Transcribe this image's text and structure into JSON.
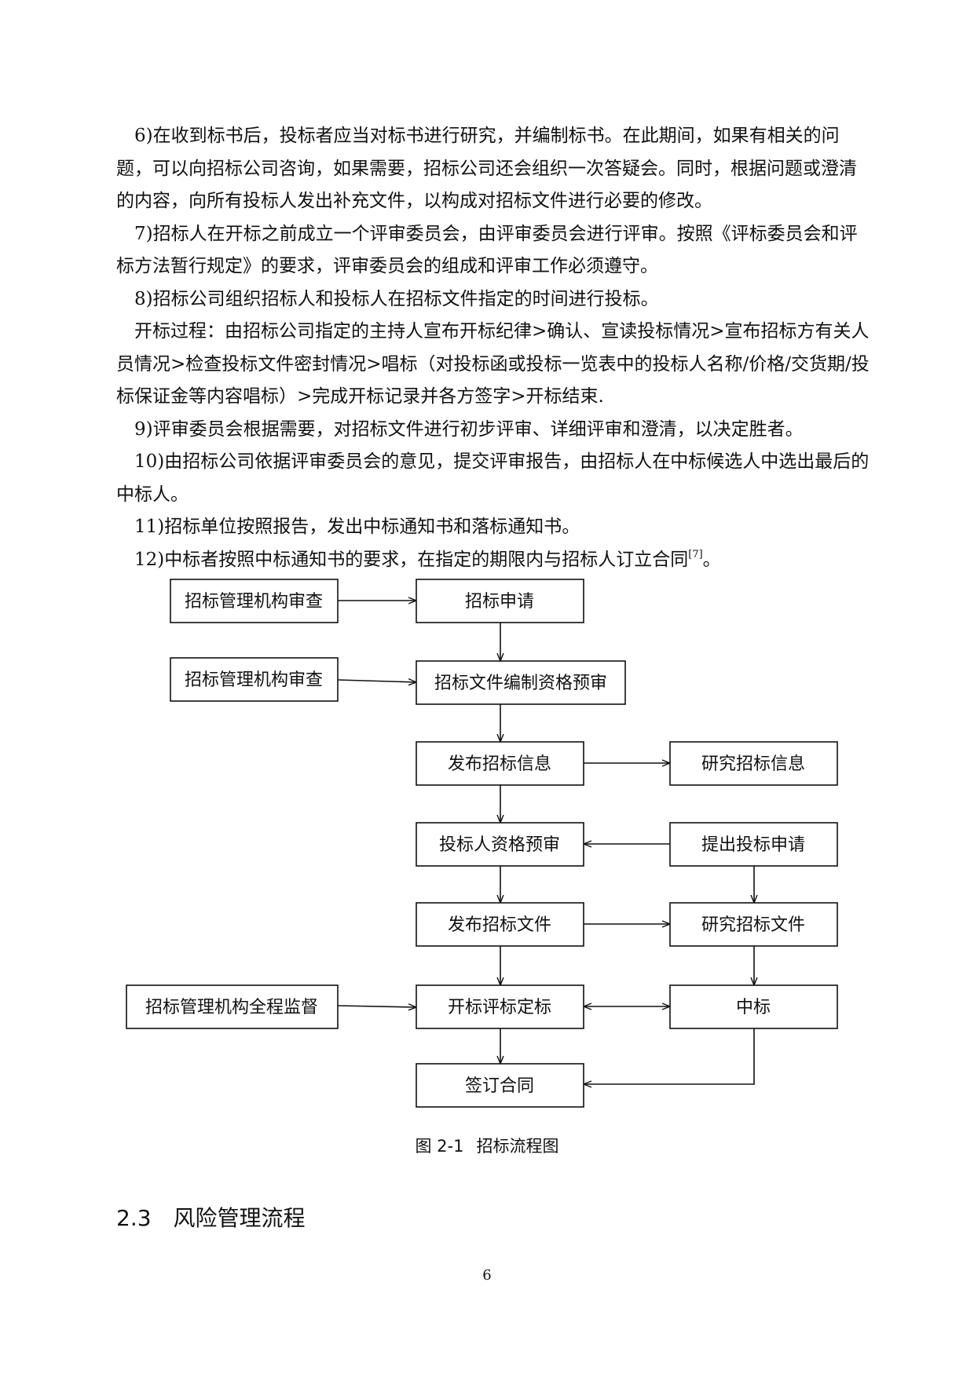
{
  "paragraphs": [
    "6)在收到标书后，投标者应当对标书进行研究，并编制标书。在此期间，如果有相关的问题，可以向招标公司咨询，如果需要，招标公司还会组织一次答疑会。同时，根据问题或澄清的内容，向所有投标人发出补充文件，以构成对招标文件进行必要的修改。",
    "7)招标人在开标之前成立一个评审委员会，由评审委员会进行评审。按照《评标委员会和评标方法暂行规定》的要求，评审委员会的组成和评审工作必须遵守。",
    "8)招标公司组织招标人和投标人在招标文件指定的时间进行投标。",
    "开标过程：由招标公司指定的主持人宣布开标纪律>确认、宣读投标情况>宣布招标方有关人员情况>检查投标文件密封情况>唱标（对投标函或投标一览表中的投标人名称/价格/交货期/投标保证金等内容唱标）>完成开标记录并各方签字>开标结束.",
    "9)评审委员会根据需要，对招标文件进行初步评审、详细评审和澄清，以决定胜者。",
    "10)由招标公司依据评审委员会的意见，提交评审报告，由招标人在中标候选人中选出最后的中标人。",
    "11)招标单位按照报告，发出中标通知书和落标通知书。"
  ],
  "last_paragraph": {
    "text": "12)中标者按照中标通知书的要求，在指定的期限内与招标人订立合同",
    "citation": "[7]",
    "tail": "。"
  },
  "flowchart": {
    "left_col": {
      "review1": "招标管理机构审查",
      "review2": "招标管理机构审查",
      "supervise": "招标管理机构全程监督"
    },
    "mid_col": {
      "apply": "招标申请",
      "prepare": "招标文件编制资格预审",
      "publish_info": "发布招标信息",
      "prequalify": "投标人资格预审",
      "publish_docs": "发布招标文件",
      "evaluate": "开标评标定标",
      "contract": "签订合同"
    },
    "right_col": {
      "study_info": "研究招标信息",
      "submit_bid": "提出投标申请",
      "study_docs": "研究招标文件",
      "win": "中标"
    }
  },
  "caption": {
    "number": "图 2-1",
    "title": "招标流程图"
  },
  "section": {
    "number": "2.3",
    "title": "风险管理流程"
  },
  "page_number": "6"
}
